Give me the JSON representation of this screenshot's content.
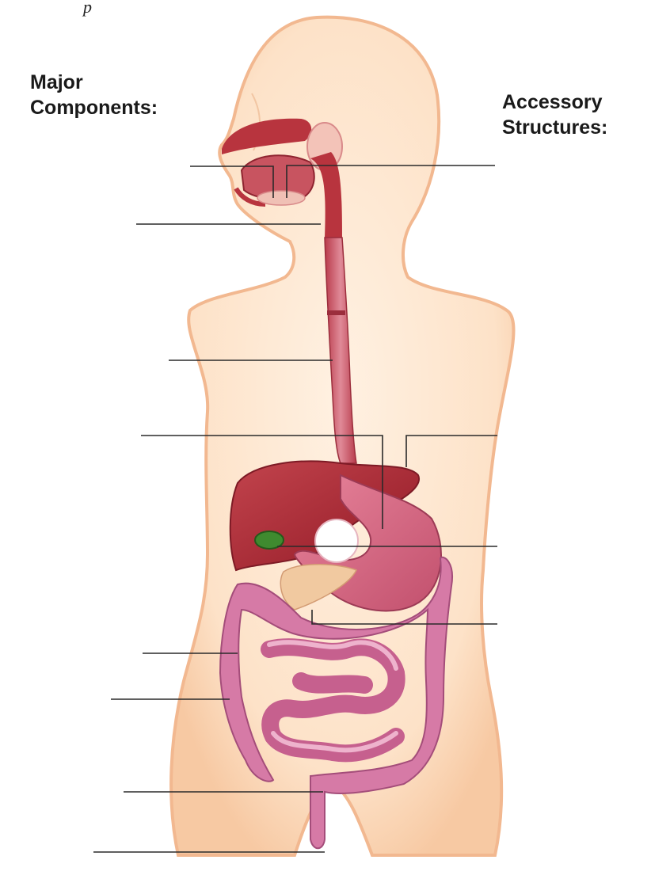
{
  "header": {
    "corner_fragment": "p",
    "left_heading": [
      "Major",
      "Components:"
    ],
    "right_heading": [
      "Accessory",
      "Structures:"
    ]
  },
  "labels": {
    "left_blank_count": 8,
    "right_blank_count": 5,
    "answers_shown": false
  },
  "colors": {
    "skin": "#fbe0c4",
    "skin_outline": "#f2b890",
    "organ_red": "#b8343e",
    "intestine_pink": "#d67aa6",
    "gallbladder": "#3f8a2f",
    "pancreas": "#f1c9a0",
    "leader_line": "#2a2a2a"
  }
}
